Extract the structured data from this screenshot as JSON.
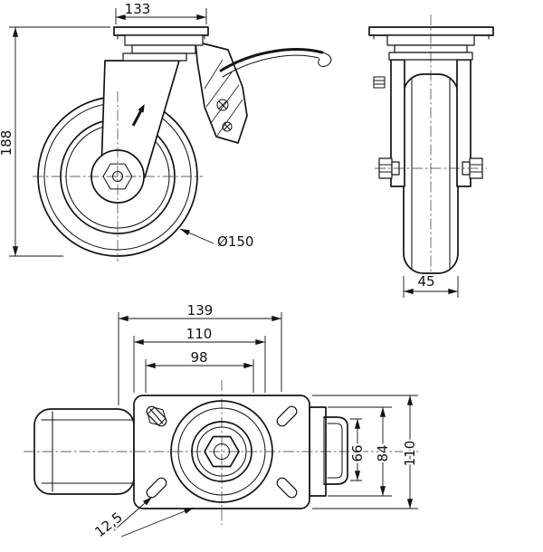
{
  "sheet": {
    "background": "#ffffff",
    "line_color": "#141414"
  },
  "side_view": {
    "dim_plate_length": "133",
    "dim_overall_height": "188",
    "dim_wheel_diameter": "Ø150"
  },
  "front_view": {
    "dim_wheel_width": "45"
  },
  "plan_view": {
    "dim_overall_length": "139",
    "dim_bolt_spacing": "110",
    "dim_inner_spacing": "98",
    "dim_pedal_depth": "66",
    "dim_bracket_depth": "84",
    "dim_plate_width": "110",
    "dim_bolt_hole": "12,5"
  }
}
